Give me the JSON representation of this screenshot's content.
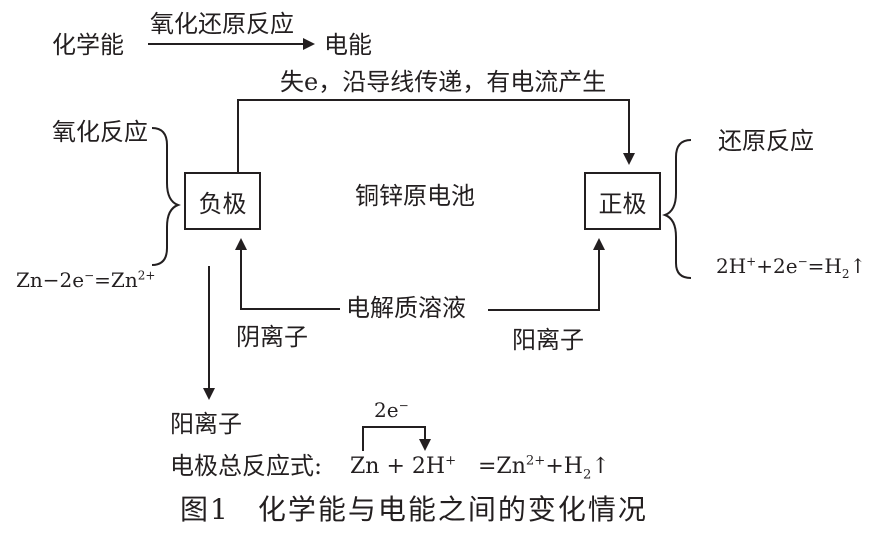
{
  "top": {
    "chemical_energy": "化学能",
    "redox_reaction": "氧化还原反应",
    "electrical_energy": "电能"
  },
  "wire_label": "失e，沿导线传递，有电流产生",
  "negative": {
    "label": "负极",
    "reaction_type": "氧化反应",
    "eq_left": "Zn−2e",
    "eq_left_sup": "−",
    "eq_mid": "=Zn",
    "eq_right_sup": "2+"
  },
  "positive": {
    "label": "正极",
    "reaction_type": "还原反应",
    "eq_a": "2H",
    "eq_a_sup": "+",
    "eq_b": "+2e",
    "eq_b_sup": "−",
    "eq_c": "=H",
    "eq_c_sub": "2",
    "eq_arrow": "↑"
  },
  "cell_name": "铜锌原电池",
  "electrolyte": "电解质溶液",
  "anion_label": "阴离子",
  "cation_label_right": "阳离子",
  "cation_label_bottom": "阳离子",
  "overall": {
    "label": "电极总反应式:",
    "electron_transfer": "2e",
    "electron_sup": "−",
    "reactants_a": "Zn + 2H",
    "reactants_sup": "+",
    "products_a": "=Zn",
    "products_sup": "2+",
    "products_b": "+H",
    "products_sub": "2",
    "products_arrow": "↑"
  },
  "caption": {
    "figure_no": "图1",
    "title": "化学能与电能之间的变化情况"
  }
}
